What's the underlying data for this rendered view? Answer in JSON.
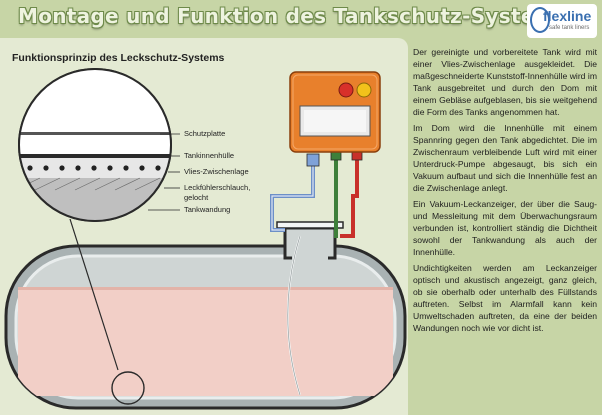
{
  "header": {
    "title": "Montage und Funktion des Tankschutz-Systems",
    "logo_text": "flexline",
    "logo_sub": "safe tank liners"
  },
  "diagram": {
    "title": "Funktionsprinzip des Leckschutz-Systems",
    "labels": {
      "l1": "Schutzplatte",
      "l2": "Tankinnenhülle",
      "l3": "Vlies-Zwischenlage",
      "l4a": "Leckfühlerschlauch,",
      "l4b": "gelocht",
      "l5": "Tankwandung"
    }
  },
  "text": {
    "p1": "Der gereinigte und vorbereitete Tank wird mit einer Vlies-Zwischenlage ausgekleidet. Die maßgeschneiderte Kunststoff-Innen­hülle wird im Tank ausgebreitet und durch den Dom mit einem Gebläse aufgeblasen, bis sie weitgehend die Form des Tanks an­genommen hat.",
    "p2": "Im Dom wird die Innenhülle mit einem Spannring gegen den Tank abgedichtet. Die im Zwischenraum verbleibende Luft wird mit einer Unterdruck-Pumpe abge­saugt, bis sich ein Vakuum aufbaut und sich die Innenhülle fest an die Zwischen­lage anlegt.",
    "p3": "Ein Vakuum-Leckanzeiger, der über die Saug- und Messleitung mit dem Überwa­chungsraum verbunden ist, kontrolliert ständig die Dichtheit sowohl der Tank­wandung als auch der Innenhülle.",
    "p4": "Undichtigkeiten werden am Leckanzeiger optisch und akustisch angezeigt, ganz gleich, ob sie oberhalb oder unterhalb des Füllstands auftreten. Selbst im Alarmfall kann kein Umweltschaden auftreten, da eine der beiden Wandungen noch wie vor dicht ist."
  },
  "colors": {
    "background": "#c7d5a6",
    "panel": "#e4ead3",
    "tank_fill": "#f2cfc7",
    "tank_wall": "#2a2a2a",
    "detector_body": "#e8802c",
    "lamp_red": "#d8302a",
    "lamp_yellow": "#f2c21b",
    "line_red": "#c8302a",
    "line_green": "#3e7f3a",
    "line_blue": "#6c8fc7"
  }
}
